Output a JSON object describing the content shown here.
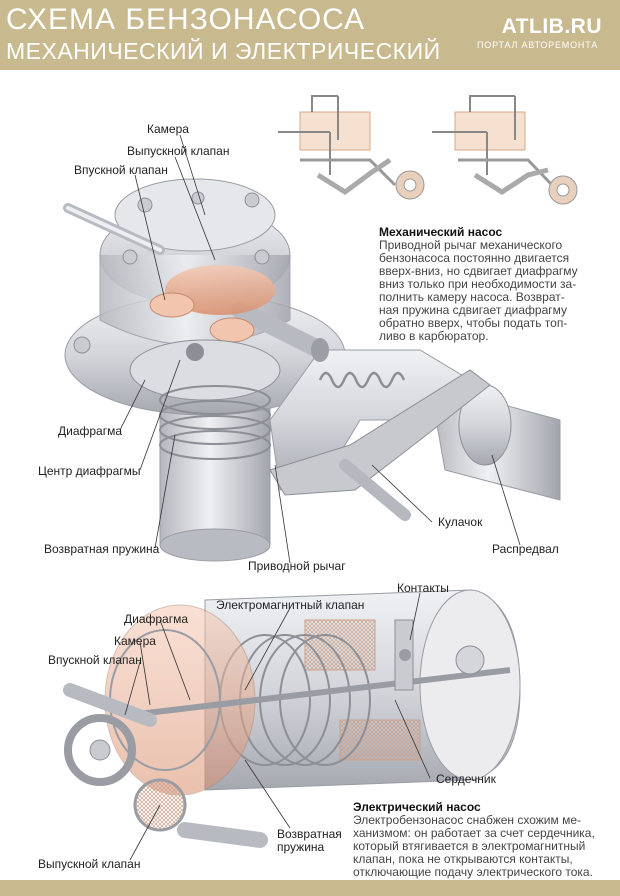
{
  "header": {
    "title_line1": "СХЕМА БЕНЗОНАСОСА",
    "title_line2": "МЕХАНИЧЕСКИЙ И ЭЛЕКТРИЧЕСКИЙ",
    "brand": "ATLIB.RU",
    "brand_sub": "ПОРТАЛ АВТОРЕМОНТА"
  },
  "mechanical": {
    "labels": {
      "chamber": "Камера",
      "outlet_valve": "Выпускной клапан",
      "inlet_valve": "Впускной клапан",
      "diaphragm": "Диафрагма",
      "diaphragm_center": "Центр диафрагмы",
      "return_spring": "Возвратная пружина",
      "drive_lever": "Приводной рычаг",
      "cam": "Кулачок",
      "camshaft": "Распредвал"
    },
    "title": "Механический насос",
    "lines": [
      "Приводной рычаг механического",
      "бензонасоса постоянно двигается",
      "вверх-вниз, но сдвигает диафрагму",
      "вниз только при необходимости за-",
      "полнить камеру насоса. Возврат-",
      "ная пружина сдвигает диафрагму",
      "обратно вверх, чтобы подать топ-",
      "ливо в карбюратор."
    ]
  },
  "electric": {
    "labels": {
      "diaphragm": "Диафрагма",
      "solenoid_valve": "Электромагнитный клапан",
      "contacts": "Контакты",
      "chamber": "Камера",
      "inlet_valve": "Впускной клапан",
      "core": "Сердечник",
      "return_spring_1": "Возвратная",
      "return_spring_2": "пружина",
      "outlet_valve": "Выпускной клапан"
    },
    "title": "Электрический насос",
    "lines": [
      "Электробензонасос снабжен схожим ме-",
      "ханизмом: он работает за счет сердечника,",
      "который втягивается в электромагнитный",
      "клапан, пока не открываются контакты,",
      "отключающие подачу электрического тока."
    ]
  },
  "colors": {
    "header_bg": "#c9b98e",
    "metal": "#d9dadf",
    "metal_dark": "#a9abb3",
    "copper": "#e6a98a"
  }
}
